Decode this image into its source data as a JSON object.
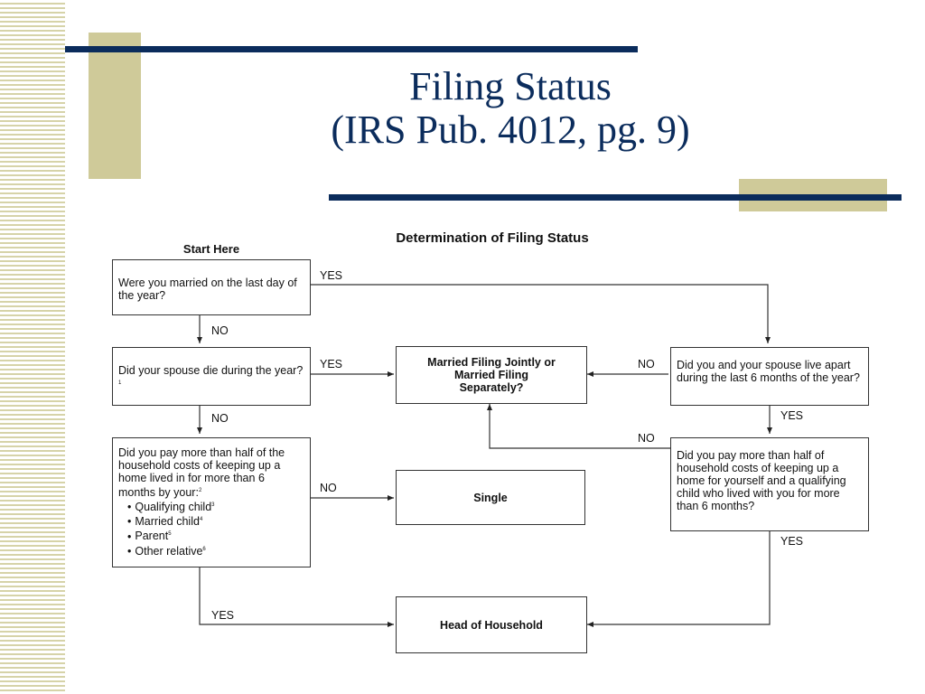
{
  "slide": {
    "title_line1": "Filing Status",
    "title_line2": "(IRS Pub. 4012, pg. 9)"
  },
  "flowchart": {
    "heading": "Determination of Filing Status",
    "start_label": "Start Here",
    "q_married": "Were you married on the last day of the year?",
    "q_spouse_died": "Did your spouse die during the year?",
    "q_spouse_died_footnote": "1",
    "q_household_intro": "Did you pay more than half of the household costs of keeping up a home lived in for more than 6 months by your:",
    "q_household_intro_footnote": "2",
    "q_household_items": [
      {
        "text": "Qualifying child",
        "footnote": "3"
      },
      {
        "text": "Married child",
        "footnote": "4"
      },
      {
        "text": "Parent",
        "footnote": "5"
      },
      {
        "text": "Other relative",
        "footnote": "6"
      }
    ],
    "q_live_apart": "Did you and your spouse live apart during the last 6 months of the year?",
    "q_household_child": "Did you pay more than half of household costs of keeping up a home for yourself and a qualifying child who lived with you for more than 6 months?",
    "result_married": "Married Filing Jointly or Married Filing Separately?",
    "result_single": "Single",
    "result_hoh": "Head of Household",
    "yes": "YES",
    "no": "NO"
  },
  "colors": {
    "title": "#0b2c5c",
    "bars": "#0b2c5c",
    "accent": "#cfca99"
  }
}
